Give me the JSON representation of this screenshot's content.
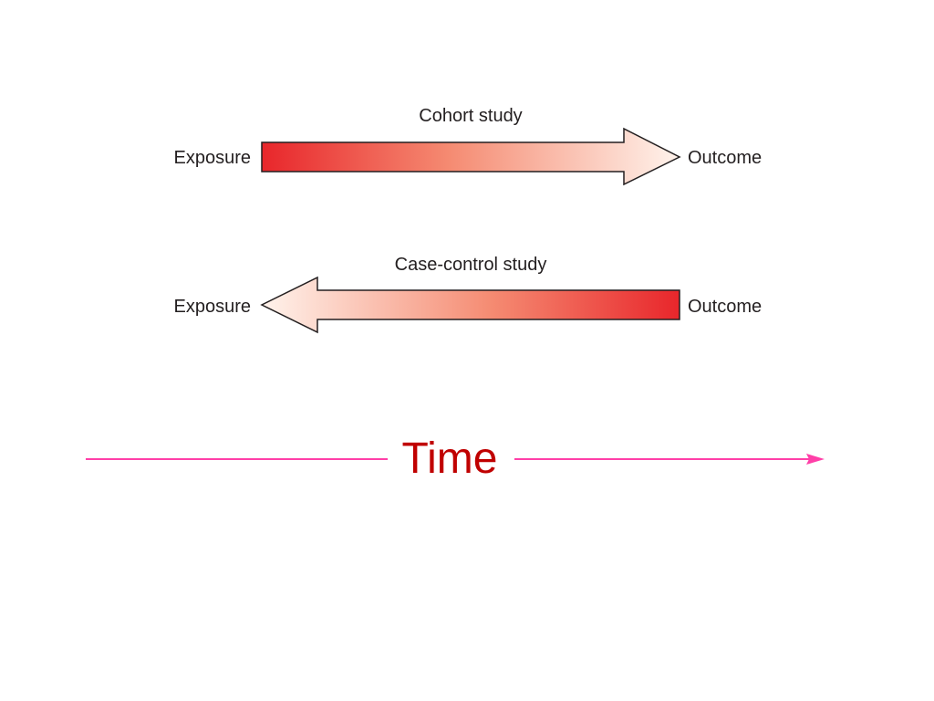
{
  "diagram": {
    "cohort": {
      "title": "Cohort study",
      "start_label": "Exposure",
      "end_label": "Outcome"
    },
    "case_control": {
      "title": "Case-control study",
      "start_label": "Exposure",
      "end_label": "Outcome"
    },
    "timeline": {
      "label": "Time"
    }
  },
  "colors": {
    "arrow_strong": "#e8262b",
    "arrow_light": "#fff3ec",
    "arrow_outline": "#231f20",
    "timeline_line": "#ff3fa8",
    "time_text": "#c00000",
    "text": "#231f20"
  }
}
